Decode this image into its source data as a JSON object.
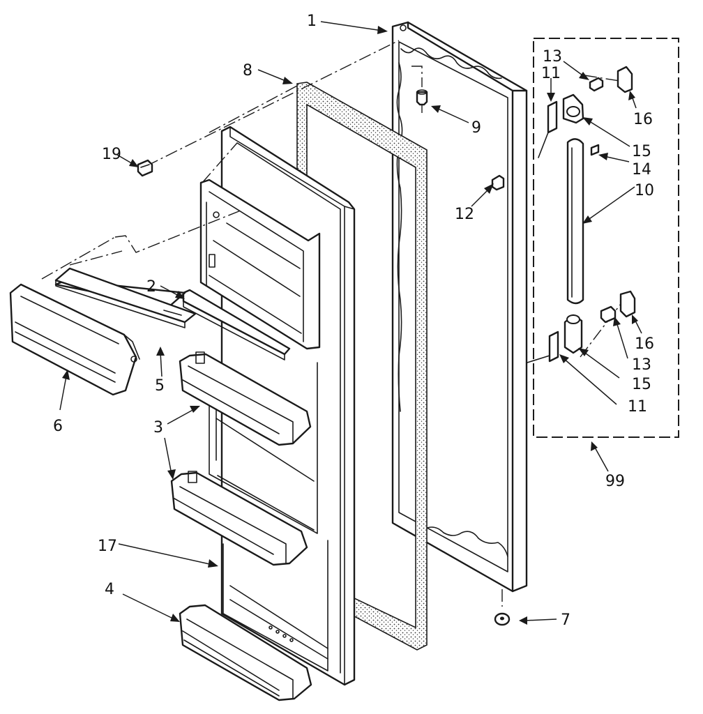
{
  "parts": [
    {
      "label": "1"
    },
    {
      "label": "8"
    },
    {
      "label": "9"
    },
    {
      "label": "19"
    },
    {
      "label": "12"
    },
    {
      "label": "2"
    },
    {
      "label": "5"
    },
    {
      "label": "6"
    },
    {
      "label": "3"
    },
    {
      "label": "3"
    },
    {
      "label": "17"
    },
    {
      "label": "4"
    },
    {
      "label": "7"
    },
    {
      "label": "13"
    },
    {
      "label": "11"
    },
    {
      "label": "16"
    },
    {
      "label": "15"
    },
    {
      "label": "14"
    },
    {
      "label": "10"
    },
    {
      "label": "16"
    },
    {
      "label": "13"
    },
    {
      "label": "15"
    },
    {
      "label": "11"
    },
    {
      "label": "99"
    }
  ]
}
